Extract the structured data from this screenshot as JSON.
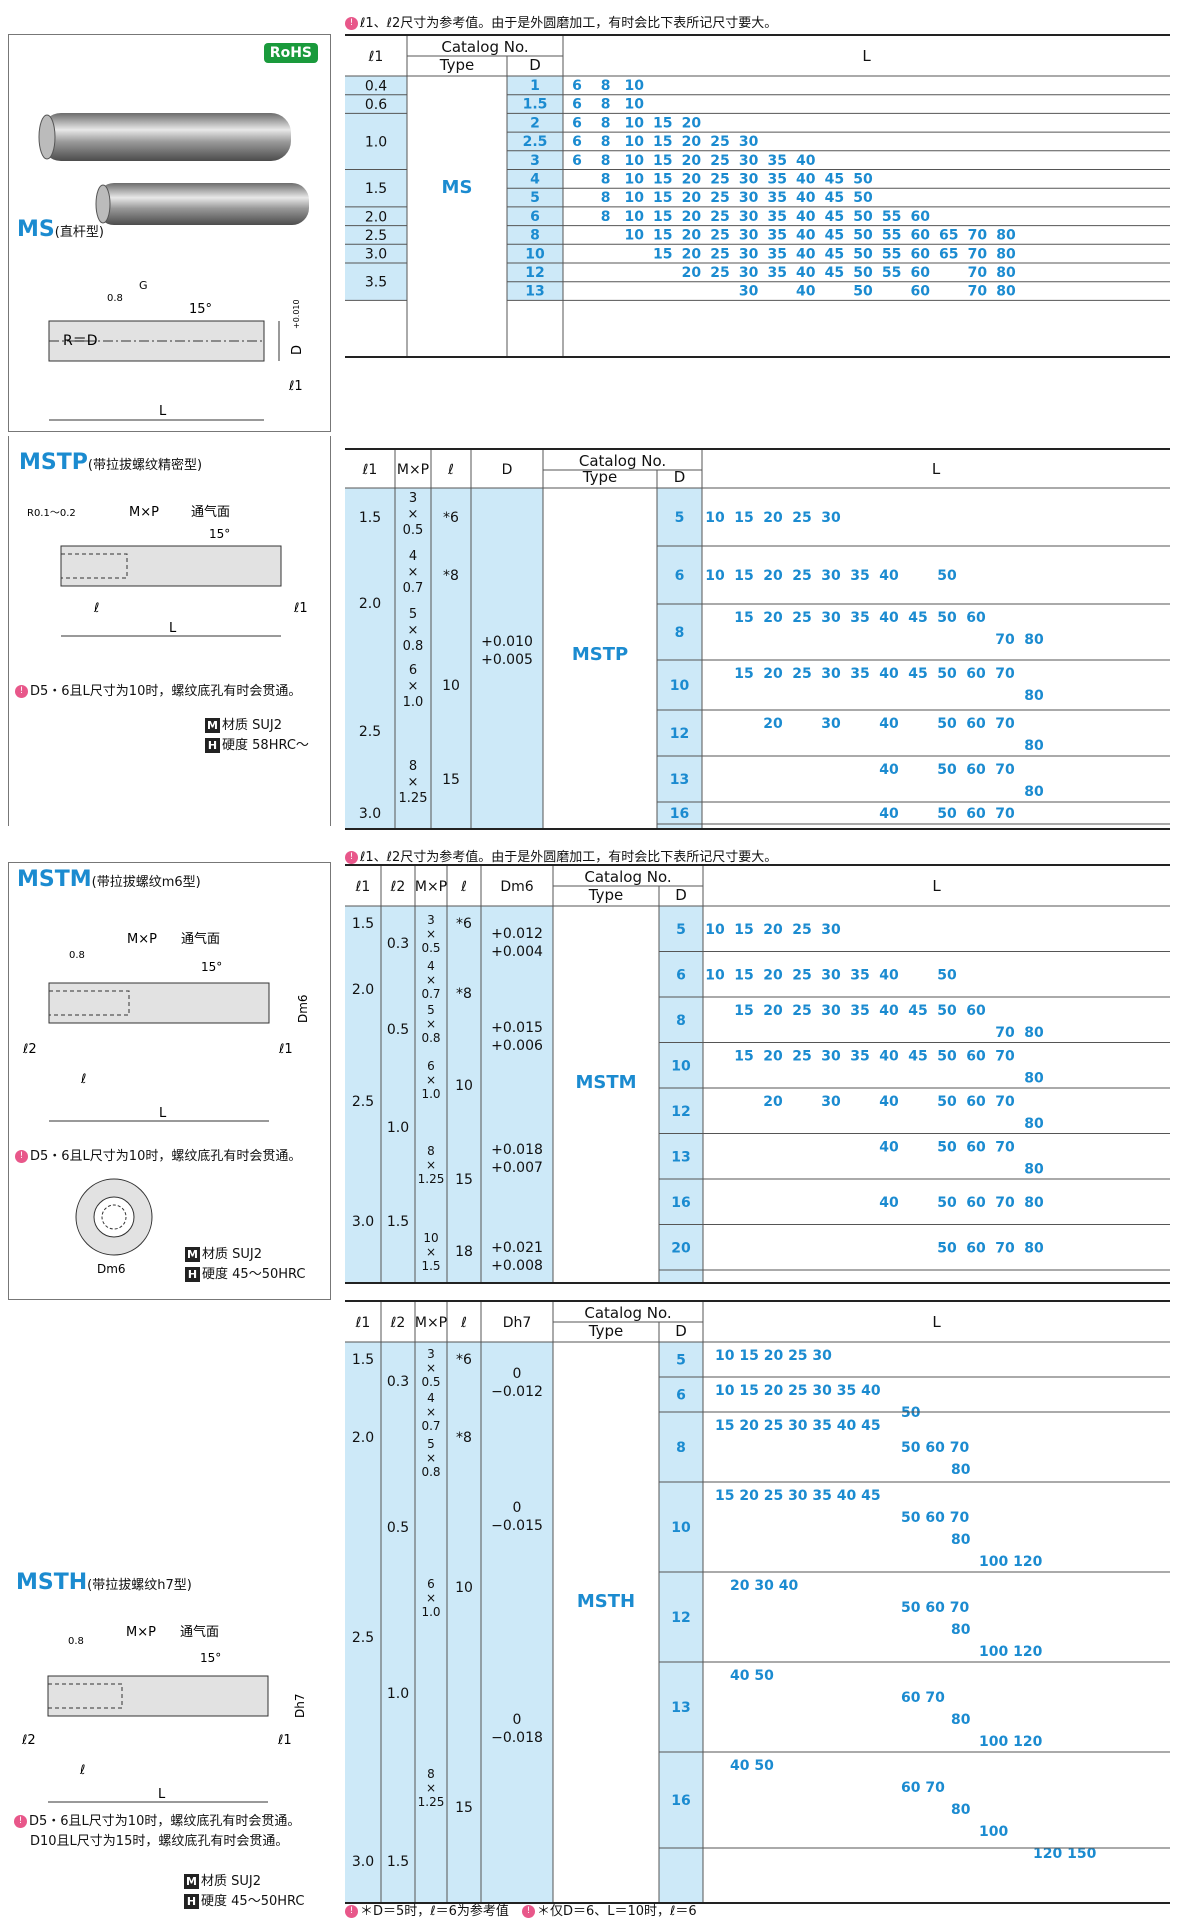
{
  "notes": {
    "top": "ℓ1、ℓ2尺寸为参考值。由于是外圆磨加工，有时会比下表所记尺寸要大。",
    "middle": "ℓ1、ℓ2尺寸为参考值。由于是外圆磨加工，有时会比下表所记尺寸要大。",
    "bottom_1": "＊D＝5时，ℓ＝6为参考值",
    "bottom_2": "＊仅D＝6、L＝10时，ℓ＝6"
  },
  "panels": {
    "ms": {
      "rohs": "RoHS",
      "title": "MS",
      "subtitle": "(直杆型)"
    },
    "mstp": {
      "title": "MSTP",
      "subtitle": "(带拉拔螺纹精密型)",
      "note": "D5・6且L尺寸为10时，螺纹底孔有时会贯通。",
      "material_label": "材质",
      "material": "SUJ2",
      "hardness_label": "硬度",
      "hardness": "58HRC～"
    },
    "mstm": {
      "title": "MSTM",
      "subtitle": "(带拉拔螺纹m6型)",
      "note": "D5・6且L尺寸为10时，螺纹底孔有时会贯通。",
      "material_label": "材质",
      "material": "SUJ2",
      "hardness_label": "硬度",
      "hardness": "45～50HRC"
    },
    "msth": {
      "title": "MSTH",
      "subtitle": "(带拉拔螺纹h7型)",
      "note1": "D5・6且L尺寸为10时，螺纹底孔有时会贯通。",
      "note2": "D10且L尺寸为15时，螺纹底孔有时会贯通。",
      "material_label": "材质",
      "material": "SUJ2",
      "hardness_label": "硬度",
      "hardness": "45～50HRC"
    }
  },
  "drawing_labels": {
    "l": "L",
    "l1": "ℓ1",
    "l2": "ℓ2",
    "ell": "ℓ",
    "d": "D",
    "g": "G",
    "rough": "0.8",
    "angle": "15°",
    "r_eq_d": "R＝D",
    "r_range": "R0.1～0.2",
    "mxp": "M×P",
    "vent": "通气面",
    "tol_top": "+0.010",
    "tol_bot": "+0.005",
    "dm6": "Dm6",
    "dh7": "Dh7"
  },
  "header": {
    "catalog_no": "Catalog No.",
    "type": "Type",
    "d": "D",
    "l": "L",
    "l1": "ℓ1",
    "l2": "ℓ2",
    "mp": "M×P",
    "ell": "ℓ",
    "dm6": "Dm6",
    "dh7": "Dh7"
  },
  "ms_table": {
    "type": "MS",
    "l1": [
      {
        "v": "0.4",
        "rows": 1
      },
      {
        "v": "0.6",
        "rows": 1
      },
      {
        "v": "1.0",
        "rows": 3
      },
      {
        "v": "1.5",
        "rows": 2
      },
      {
        "v": "2.0",
        "rows": 1
      },
      {
        "v": "2.5",
        "rows": 1
      },
      {
        "v": "3.0",
        "rows": 1
      },
      {
        "v": "3.5",
        "rows": 2
      }
    ],
    "rows": [
      {
        "d": "1",
        "L": [
          "6",
          "8",
          "10",
          "",
          "",
          "",
          "",
          "",
          "",
          "",
          "",
          "",
          "",
          ""
        ]
      },
      {
        "d": "1.5",
        "L": [
          "6",
          "8",
          "10",
          "",
          "",
          "",
          "",
          "",
          "",
          "",
          "",
          "",
          "",
          ""
        ]
      },
      {
        "d": "2",
        "L": [
          "6",
          "8",
          "10",
          "15",
          "20",
          "",
          "",
          "",
          "",
          "",
          "",
          "",
          "",
          ""
        ]
      },
      {
        "d": "2.5",
        "L": [
          "6",
          "8",
          "10",
          "15",
          "20",
          "25",
          "30",
          "",
          "",
          "",
          "",
          "",
          "",
          ""
        ]
      },
      {
        "d": "3",
        "L": [
          "6",
          "8",
          "10",
          "15",
          "20",
          "25",
          "30",
          "35",
          "40",
          "",
          "",
          "",
          "",
          ""
        ]
      },
      {
        "d": "4",
        "L": [
          "",
          "8",
          "10",
          "15",
          "20",
          "25",
          "30",
          "35",
          "40",
          "45",
          "50",
          "",
          "",
          ""
        ]
      },
      {
        "d": "5",
        "L": [
          "",
          "8",
          "10",
          "15",
          "20",
          "25",
          "30",
          "35",
          "40",
          "45",
          "50",
          "",
          "",
          ""
        ]
      },
      {
        "d": "6",
        "L": [
          "",
          "8",
          "10",
          "15",
          "20",
          "25",
          "30",
          "35",
          "40",
          "45",
          "50",
          "55",
          "60",
          ""
        ]
      },
      {
        "d": "8",
        "L": [
          "",
          "",
          "10",
          "15",
          "20",
          "25",
          "30",
          "35",
          "40",
          "45",
          "50",
          "55",
          "60",
          "65",
          "70",
          "80"
        ]
      },
      {
        "d": "10",
        "L": [
          "",
          "",
          "",
          "15",
          "20",
          "25",
          "30",
          "35",
          "40",
          "45",
          "50",
          "55",
          "60",
          "65",
          "70",
          "80"
        ]
      },
      {
        "d": "12",
        "L": [
          "",
          "",
          "",
          "",
          "20",
          "25",
          "30",
          "35",
          "40",
          "45",
          "50",
          "55",
          "60",
          "",
          "70",
          "80"
        ]
      },
      {
        "d": "13",
        "L": [
          "",
          "",
          "",
          "",
          "",
          "",
          "30",
          "",
          "40",
          "",
          "50",
          "",
          "60",
          "",
          "70",
          "80"
        ]
      }
    ]
  },
  "mstp_table": {
    "type": "MSTP",
    "tol_top": "+0.010",
    "tol_bot": "+0.005",
    "rows": [
      {
        "d": "5",
        "l1": "1.5",
        "mp": [
          "3",
          "×",
          "0.5"
        ],
        "ell": "*6",
        "L": [
          [
            "10",
            "15",
            "20",
            "25",
            "30"
          ]
        ]
      },
      {
        "d": "6",
        "l1": "2.0",
        "mp": [
          "4",
          "×",
          "0.7"
        ],
        "ell": "*8",
        "L": [
          [
            "10",
            "15",
            "20",
            "25",
            "30",
            "35",
            "40",
            "",
            "50"
          ]
        ]
      },
      {
        "d": "8",
        "mp": [
          "5",
          "×",
          "0.8"
        ],
        "L": [
          [
            "",
            "15",
            "20",
            "25",
            "30",
            "35",
            "40",
            "45",
            "50",
            "60"
          ],
          [
            "",
            "",
            "",
            "",
            "",
            "",
            "",
            "",
            "",
            "",
            "70",
            "80"
          ]
        ]
      },
      {
        "d": "10",
        "l1": "2.5",
        "mp": [
          "6",
          "×",
          "1.0"
        ],
        "ell": "10",
        "L": [
          [
            "",
            "15",
            "20",
            "25",
            "30",
            "35",
            "40",
            "45",
            "50",
            "60",
            "70"
          ],
          [
            "",
            "",
            "",
            "",
            "",
            "",
            "",
            "",
            "",
            "",
            "",
            "80"
          ]
        ]
      },
      {
        "d": "12",
        "L": [
          [
            "",
            "",
            "20",
            "",
            "30",
            "",
            "40",
            "",
            "50",
            "60",
            "70"
          ],
          [
            "",
            "",
            "",
            "",
            "",
            "",
            "",
            "",
            "",
            "",
            "",
            "80"
          ]
        ]
      },
      {
        "d": "13",
        "mp": [
          "8",
          "×",
          "1.25"
        ],
        "ell": "15",
        "L": [
          [
            "",
            "",
            "",
            "",
            "",
            "",
            "40",
            "",
            "50",
            "60",
            "70"
          ],
          [
            "",
            "",
            "",
            "",
            "",
            "",
            "",
            "",
            "",
            "",
            "",
            "80"
          ]
        ]
      },
      {
        "d": "16",
        "l1": "3.0",
        "L": [
          [
            "",
            "",
            "",
            "",
            "",
            "",
            "40",
            "",
            "50",
            "60",
            "70"
          ]
        ]
      }
    ]
  },
  "mstm_table": {
    "type": "MSTM",
    "rows": [
      {
        "d": "5",
        "L": [
          [
            "10",
            "15",
            "20",
            "25",
            "30"
          ]
        ]
      },
      {
        "d": "6",
        "L": [
          [
            "10",
            "15",
            "20",
            "25",
            "30",
            "35",
            "40",
            "",
            "50"
          ]
        ]
      },
      {
        "d": "8",
        "L": [
          [
            "",
            "15",
            "20",
            "25",
            "30",
            "35",
            "40",
            "45",
            "50",
            "60"
          ],
          [
            "",
            "",
            "",
            "",
            "",
            "",
            "",
            "",
            "",
            "",
            "70",
            "80"
          ]
        ]
      },
      {
        "d": "10",
        "L": [
          [
            "",
            "15",
            "20",
            "25",
            "30",
            "35",
            "40",
            "45",
            "50",
            "60",
            "70"
          ],
          [
            "",
            "",
            "",
            "",
            "",
            "",
            "",
            "",
            "",
            "",
            "",
            "80"
          ]
        ]
      },
      {
        "d": "12",
        "L": [
          [
            "",
            "",
            "20",
            "",
            "30",
            "",
            "40",
            "",
            "50",
            "60",
            "70"
          ],
          [
            "",
            "",
            "",
            "",
            "",
            "",
            "",
            "",
            "",
            "",
            "",
            "80"
          ]
        ]
      },
      {
        "d": "13",
        "L": [
          [
            "",
            "",
            "",
            "",
            "",
            "",
            "40",
            "",
            "50",
            "60",
            "70"
          ],
          [
            "",
            "",
            "",
            "",
            "",
            "",
            "",
            "",
            "",
            "",
            "",
            "80"
          ]
        ]
      },
      {
        "d": "16",
        "L": [
          [
            "",
            "",
            "",
            "",
            "",
            "",
            "40",
            "",
            "50",
            "60",
            "70",
            "80"
          ]
        ]
      },
      {
        "d": "20",
        "L": [
          [
            "",
            "",
            "",
            "",
            "",
            "",
            "",
            "",
            "50",
            "60",
            "70",
            "80"
          ]
        ]
      }
    ],
    "l1": [
      "1.5",
      "2.0",
      "2.5",
      "3.0"
    ],
    "l2": [
      "0.3",
      "0.5",
      "1.0",
      "1.5"
    ],
    "mp": [
      [
        "3",
        "×",
        "0.5"
      ],
      [
        "4",
        "×",
        "0.7"
      ],
      [
        "5",
        "×",
        "0.8"
      ],
      [
        "6",
        "×",
        "1.0"
      ],
      [
        "8",
        "×",
        "1.25"
      ],
      [
        "10",
        "×",
        "1.5"
      ]
    ],
    "ell": [
      "*6",
      "*8",
      "10",
      "15",
      "18"
    ],
    "tol": [
      [
        "+0.012",
        "+0.004"
      ],
      [
        "+0.015",
        "+0.006"
      ],
      [
        "+0.018",
        "+0.007"
      ],
      [
        "+0.021",
        "+0.008"
      ]
    ]
  },
  "msth_table": {
    "type": "MSTH",
    "rows": [
      {
        "d": "5",
        "L": [
          "10 15 20 25 30"
        ]
      },
      {
        "d": "6",
        "L": [
          "10 15 20 25 30 35 40",
          "50"
        ]
      },
      {
        "d": "8",
        "L": [
          "15 20 25 30 35 40 45",
          "50 60 70",
          "80"
        ]
      },
      {
        "d": "10",
        "L": [
          "15 20 25 30 35 40 45",
          "50 60 70",
          "80",
          "100 120"
        ]
      },
      {
        "d": "12",
        "L": [
          "20 30 40",
          "50 60 70",
          "80",
          "100 120"
        ]
      },
      {
        "d": "13",
        "L": [
          "40 50",
          "60 70",
          "80",
          "100 120"
        ]
      },
      {
        "d": "16",
        "L": [
          "40 50",
          "60 70",
          "80",
          "100",
          "120 150"
        ]
      }
    ],
    "l1": [
      "1.5",
      "2.0",
      "2.5",
      "3.0"
    ],
    "l2": [
      "0.3",
      "0.5",
      "1.0",
      "1.5"
    ],
    "mp": [
      [
        "3",
        "×",
        "0.5"
      ],
      [
        "4",
        "×",
        "0.7"
      ],
      [
        "5",
        "×",
        "0.8"
      ],
      [
        "6",
        "×",
        "1.0"
      ],
      [
        "8",
        "×",
        "1.25"
      ]
    ],
    "ell": [
      "*6",
      "*8",
      "10",
      "15"
    ],
    "tol": [
      [
        "0",
        "−0.012"
      ],
      [
        "0",
        "−0.015"
      ],
      [
        "0",
        "−0.018"
      ]
    ]
  }
}
